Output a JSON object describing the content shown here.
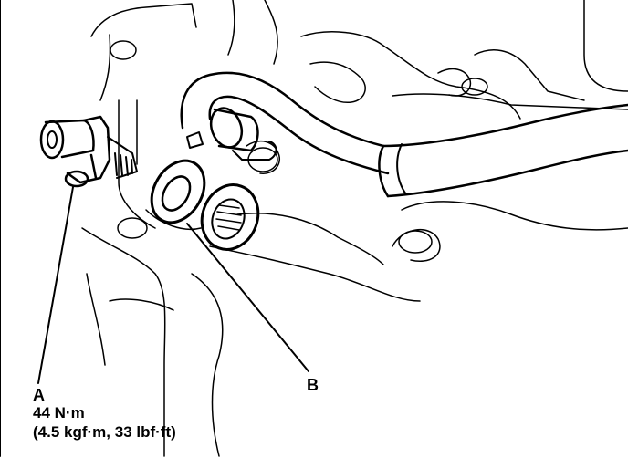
{
  "callouts": {
    "a": "A",
    "b": "B"
  },
  "torque": {
    "nm": "44 N·m",
    "alt": "(4.5 kgf·m, 33 lbf·ft)"
  },
  "colors": {
    "ink": "#000000",
    "paper": "#ffffff"
  }
}
